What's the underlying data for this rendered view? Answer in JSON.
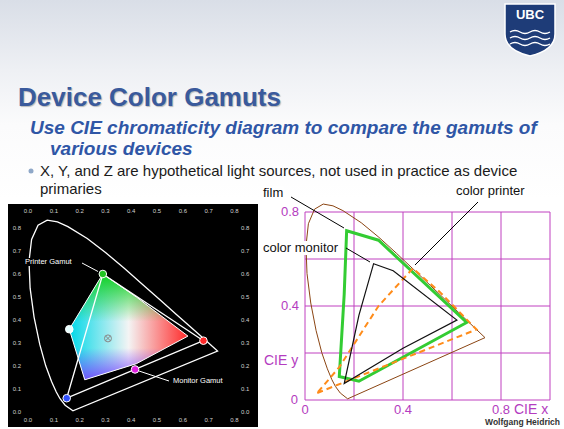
{
  "diagram": {
    "title": "Device Color Gamuts",
    "labels": [
      "UBC",
      "Use CIE chromaticity diagram to compare the gamuts of various devices",
      "X, Y, and Z are hypothetical light sources, not used in practice as device primaries",
      "0.0",
      "0.1",
      "0.2",
      "0.3",
      "0.4",
      "0.5",
      "0.6",
      "0.7",
      "0.8",
      "0.8",
      "0.7",
      "0.6",
      "0.5",
      "0.4",
      "0.3",
      "0.2",
      "0.1",
      "0.0",
      "0.8",
      "0.7",
      "0.6",
      "0.5",
      "0.4",
      "0.3",
      "0.2",
      "0.1",
      "0.0",
      "Printer Gamut",
      "Monitor Gamut",
      "0.0",
      "0.1",
      "0.2",
      "0.3",
      "0.4",
      "0.5",
      "0.6",
      "0.7",
      "0.8",
      "color printer",
      "film",
      "color monitor",
      "0.8",
      "0.4",
      "CIE y",
      "0",
      "0",
      "0.4",
      "0.8",
      "CIE x",
      "Wolfgang Heidrich"
    ]
  }
}
